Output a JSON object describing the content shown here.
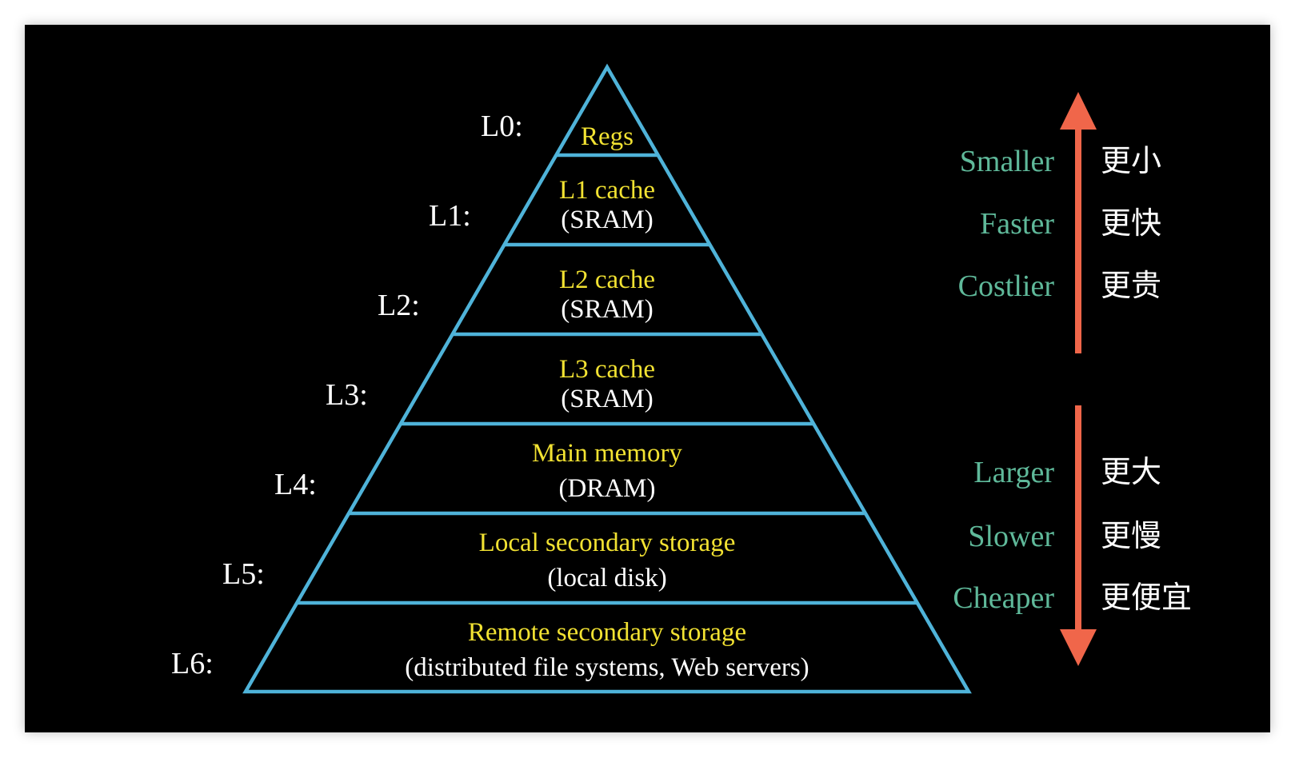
{
  "levels": [
    {
      "id": "L0:",
      "name": "Regs",
      "sub": ""
    },
    {
      "id": "L1:",
      "name": "L1 cache",
      "sub": "(SRAM)"
    },
    {
      "id": "L2:",
      "name": "L2 cache",
      "sub": "(SRAM)"
    },
    {
      "id": "L3:",
      "name": "L3 cache",
      "sub": "(SRAM)"
    },
    {
      "id": "L4:",
      "name": "Main memory",
      "sub": "(DRAM)"
    },
    {
      "id": "L5:",
      "name": "Local secondary storage",
      "sub": "(local disk)"
    },
    {
      "id": "L6:",
      "name": "Remote secondary storage",
      "sub": "(distributed file systems, Web servers)"
    }
  ],
  "up_properties": [
    {
      "en": "Smaller",
      "zh": "更小"
    },
    {
      "en": "Faster",
      "zh": "更快"
    },
    {
      "en": "Costlier",
      "zh": "更贵"
    }
  ],
  "down_properties": [
    {
      "en": "Larger",
      "zh": "更大"
    },
    {
      "en": "Slower",
      "zh": "更慢"
    },
    {
      "en": "Cheaper",
      "zh": "更便宜"
    }
  ],
  "colors": {
    "background": "#000000",
    "pyramid_stroke": "#4fb3d9",
    "level_name": "#f2e232",
    "level_sub": "#ffffff",
    "level_id": "#ffffff",
    "property_en": "#5fb99a",
    "property_zh": "#ffffff",
    "arrow": "#f0664a"
  }
}
